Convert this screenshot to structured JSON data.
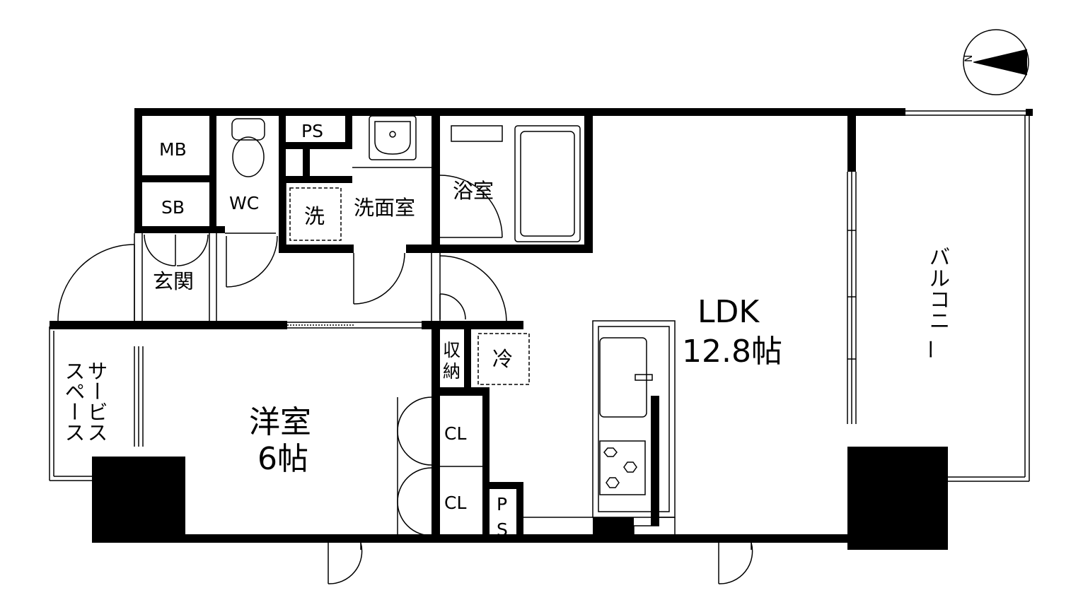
{
  "compass": {
    "north_label": "N"
  },
  "rooms": {
    "mb": "MB",
    "sb": "SB",
    "wc": "WC",
    "ps_top": "PS",
    "washer": "洗",
    "washroom": "洗面室",
    "bathroom": "浴室",
    "entrance": "玄関",
    "service_space": [
      "サービス",
      "スペース"
    ],
    "western_room": [
      "洋室",
      "6帖"
    ],
    "storage": [
      "収",
      "納"
    ],
    "fridge": "冷",
    "closet_1": "CL",
    "closet_2": "CL",
    "ps_bottom": [
      "P",
      "S"
    ],
    "ldk": [
      "LDK",
      "12.8帖"
    ],
    "balcony": [
      "バ",
      "ル",
      "コ",
      "ニ",
      "ー"
    ]
  }
}
